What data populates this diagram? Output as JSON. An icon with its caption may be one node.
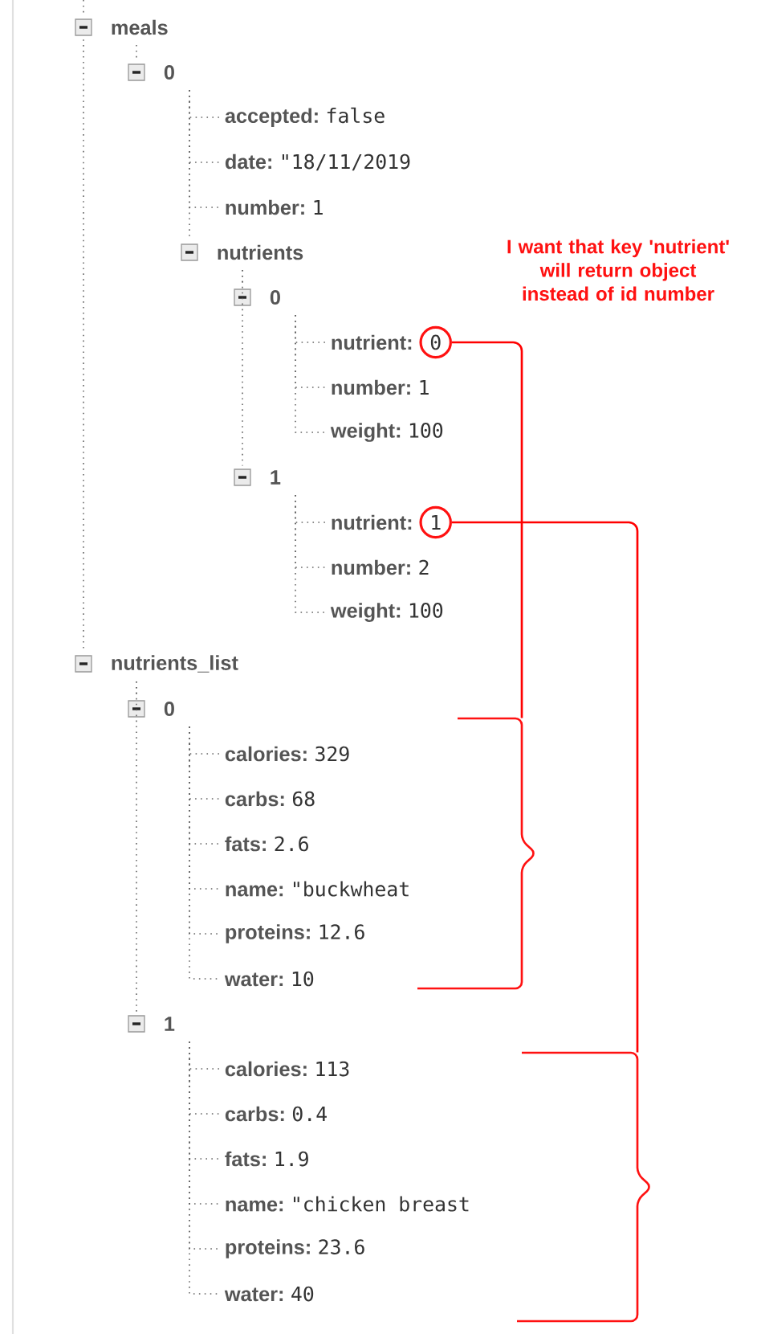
{
  "diagram": {
    "nodes": [
      {
        "text": [
          "meals"
        ]
      },
      {
        "text": [
          "0"
        ]
      },
      {
        "text": [
          "accepted:",
          "false"
        ]
      },
      {
        "text": [
          "date:",
          "\"18/11/2019"
        ]
      },
      {
        "text": [
          "number:",
          "1"
        ]
      },
      {
        "text": [
          "nutrients"
        ]
      },
      {
        "text": [
          "0"
        ]
      },
      {
        "text": [
          "nutrient:"
        ]
      },
      {
        "text": [
          "0"
        ]
      },
      {
        "text": [
          "number:",
          "1"
        ]
      },
      {
        "text": [
          "weight:",
          "100"
        ]
      },
      {
        "text": [
          "1"
        ]
      },
      {
        "text": [
          "nutrient:"
        ]
      },
      {
        "text": [
          "1"
        ]
      },
      {
        "text": [
          "number:",
          "2"
        ]
      },
      {
        "text": [
          "weight:",
          "100"
        ]
      },
      {
        "text": [
          "nutrients_list"
        ]
      },
      {
        "text": [
          "0"
        ]
      },
      {
        "text": [
          "calories:",
          "329"
        ]
      },
      {
        "text": [
          "carbs:",
          "68"
        ]
      },
      {
        "text": [
          "fats:",
          "2.6"
        ]
      },
      {
        "text": [
          "name:",
          "\"buckwheat"
        ]
      },
      {
        "text": [
          "proteins:",
          "12.6"
        ]
      },
      {
        "text": [
          "water:",
          "10"
        ]
      },
      {
        "text": [
          "1"
        ]
      },
      {
        "text": [
          "calories:",
          "113"
        ]
      },
      {
        "text": [
          "carbs:",
          "0.4"
        ]
      },
      {
        "text": [
          "fats:",
          "1.9"
        ]
      },
      {
        "text": [
          "name:",
          "\"chicken breast"
        ]
      },
      {
        "text": [
          "proteins:",
          "23.6"
        ]
      },
      {
        "text": [
          "water:",
          "40"
        ]
      },
      {
        "text": [],
        "shape": "brace"
      },
      {
        "text": [],
        "shape": "brace"
      }
    ],
    "edges": [
      {
        "from": null,
        "to": 0,
        "arrow": "none",
        "style": "dashed"
      },
      {
        "from": 0,
        "to": 1,
        "arrow": "none",
        "style": "dashed"
      },
      {
        "from": 1,
        "to": 2,
        "arrow": "none",
        "style": "dashed"
      },
      {
        "from": 1,
        "to": 3,
        "arrow": "none",
        "style": "dashed"
      },
      {
        "from": 1,
        "to": 4,
        "arrow": "none",
        "style": "dashed"
      },
      {
        "from": 1,
        "to": 5,
        "arrow": "none",
        "style": "dashed"
      },
      {
        "from": 5,
        "to": 6,
        "arrow": "none",
        "style": "dashed"
      },
      {
        "from": 6,
        "to": 7,
        "arrow": "none",
        "style": "dashed"
      },
      {
        "from": 6,
        "to": 9,
        "arrow": "none",
        "style": "dashed"
      },
      {
        "from": 6,
        "to": 10,
        "arrow": "none",
        "style": "dashed"
      },
      {
        "from": 5,
        "to": 11,
        "arrow": "none",
        "style": "dashed"
      },
      {
        "from": 11,
        "to": 12,
        "arrow": "none",
        "style": "dashed"
      },
      {
        "from": 11,
        "to": 14,
        "arrow": "none",
        "style": "dashed"
      },
      {
        "from": 11,
        "to": 15,
        "arrow": "none",
        "style": "dashed"
      },
      {
        "from": 0,
        "to": 16,
        "arrow": "none",
        "style": "dashed"
      },
      {
        "from": 16,
        "to": 17,
        "arrow": "none",
        "style": "dashed"
      },
      {
        "from": 17,
        "to": 18,
        "arrow": "none",
        "style": "dashed"
      },
      {
        "from": 17,
        "to": 19,
        "arrow": "none",
        "style": "dashed"
      },
      {
        "from": 17,
        "to": 20,
        "arrow": "none",
        "style": "dashed"
      },
      {
        "from": 17,
        "to": 21,
        "arrow": "none",
        "style": "dashed"
      },
      {
        "from": 17,
        "to": 22,
        "arrow": "none",
        "style": "dashed"
      },
      {
        "from": 17,
        "to": 23,
        "arrow": "none",
        "style": "dashed"
      },
      {
        "from": 16,
        "to": 24,
        "arrow": "none",
        "style": "dashed"
      },
      {
        "from": 24,
        "to": 25,
        "arrow": "none",
        "style": "dashed"
      },
      {
        "from": 24,
        "to": 26,
        "arrow": "none",
        "style": "dashed"
      },
      {
        "from": 24,
        "to": 27,
        "arrow": "none",
        "style": "dashed"
      },
      {
        "from": 24,
        "to": 28,
        "arrow": "none",
        "style": "dashed"
      },
      {
        "from": 24,
        "to": 29,
        "arrow": "none",
        "style": "dashed"
      },
      {
        "from": 24,
        "to": 30,
        "arrow": "none",
        "style": "dashed"
      },
      {
        "from": 8,
        "to": 31,
        "arrow": "none",
        "color": "#ff0000"
      },
      {
        "from": 13,
        "to": 32,
        "arrow": "none",
        "color": "#ff0000"
      }
    ],
    "labels": [
      "I want that key 'nutrient' will return object instead of id number"
    ]
  }
}
